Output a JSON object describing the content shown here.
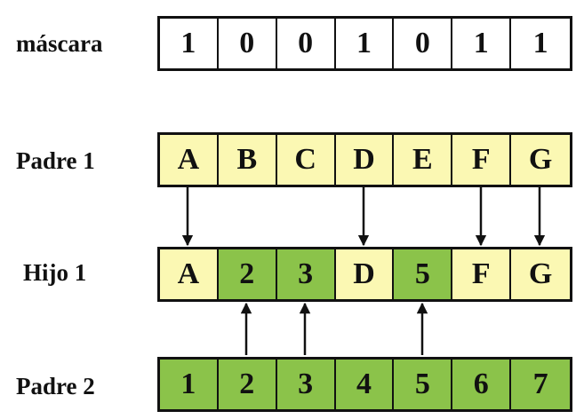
{
  "colors": {
    "yellow": "#fbf8b3",
    "green": "#8bc34a",
    "white": "#ffffff",
    "line": "#111111"
  },
  "rows": [
    {
      "id": "mascara",
      "label": "máscara",
      "cells": [
        {
          "v": "1",
          "c": "white"
        },
        {
          "v": "0",
          "c": "white"
        },
        {
          "v": "0",
          "c": "white"
        },
        {
          "v": "1",
          "c": "white"
        },
        {
          "v": "0",
          "c": "white"
        },
        {
          "v": "1",
          "c": "white"
        },
        {
          "v": "1",
          "c": "white"
        }
      ]
    },
    {
      "id": "padre1",
      "label": "Padre 1",
      "cells": [
        {
          "v": "A",
          "c": "yellow"
        },
        {
          "v": "B",
          "c": "yellow"
        },
        {
          "v": "C",
          "c": "yellow"
        },
        {
          "v": "D",
          "c": "yellow"
        },
        {
          "v": "E",
          "c": "yellow"
        },
        {
          "v": "F",
          "c": "yellow"
        },
        {
          "v": "G",
          "c": "yellow"
        }
      ]
    },
    {
      "id": "hijo1",
      "label": "Hijo 1",
      "cells": [
        {
          "v": "A",
          "c": "yellow"
        },
        {
          "v": "2",
          "c": "green"
        },
        {
          "v": "3",
          "c": "green"
        },
        {
          "v": "D",
          "c": "yellow"
        },
        {
          "v": "5",
          "c": "green"
        },
        {
          "v": "F",
          "c": "yellow"
        },
        {
          "v": "G",
          "c": "yellow"
        }
      ]
    },
    {
      "id": "padre2",
      "label": "Padre 2",
      "cells": [
        {
          "v": "1",
          "c": "green"
        },
        {
          "v": "2",
          "c": "green"
        },
        {
          "v": "3",
          "c": "green"
        },
        {
          "v": "4",
          "c": "green"
        },
        {
          "v": "5",
          "c": "green"
        },
        {
          "v": "6",
          "c": "green"
        },
        {
          "v": "7",
          "c": "green"
        }
      ]
    }
  ],
  "arrows_from_padre1": [
    0,
    3,
    5,
    6
  ],
  "arrows_from_padre2": [
    1,
    2,
    4
  ]
}
